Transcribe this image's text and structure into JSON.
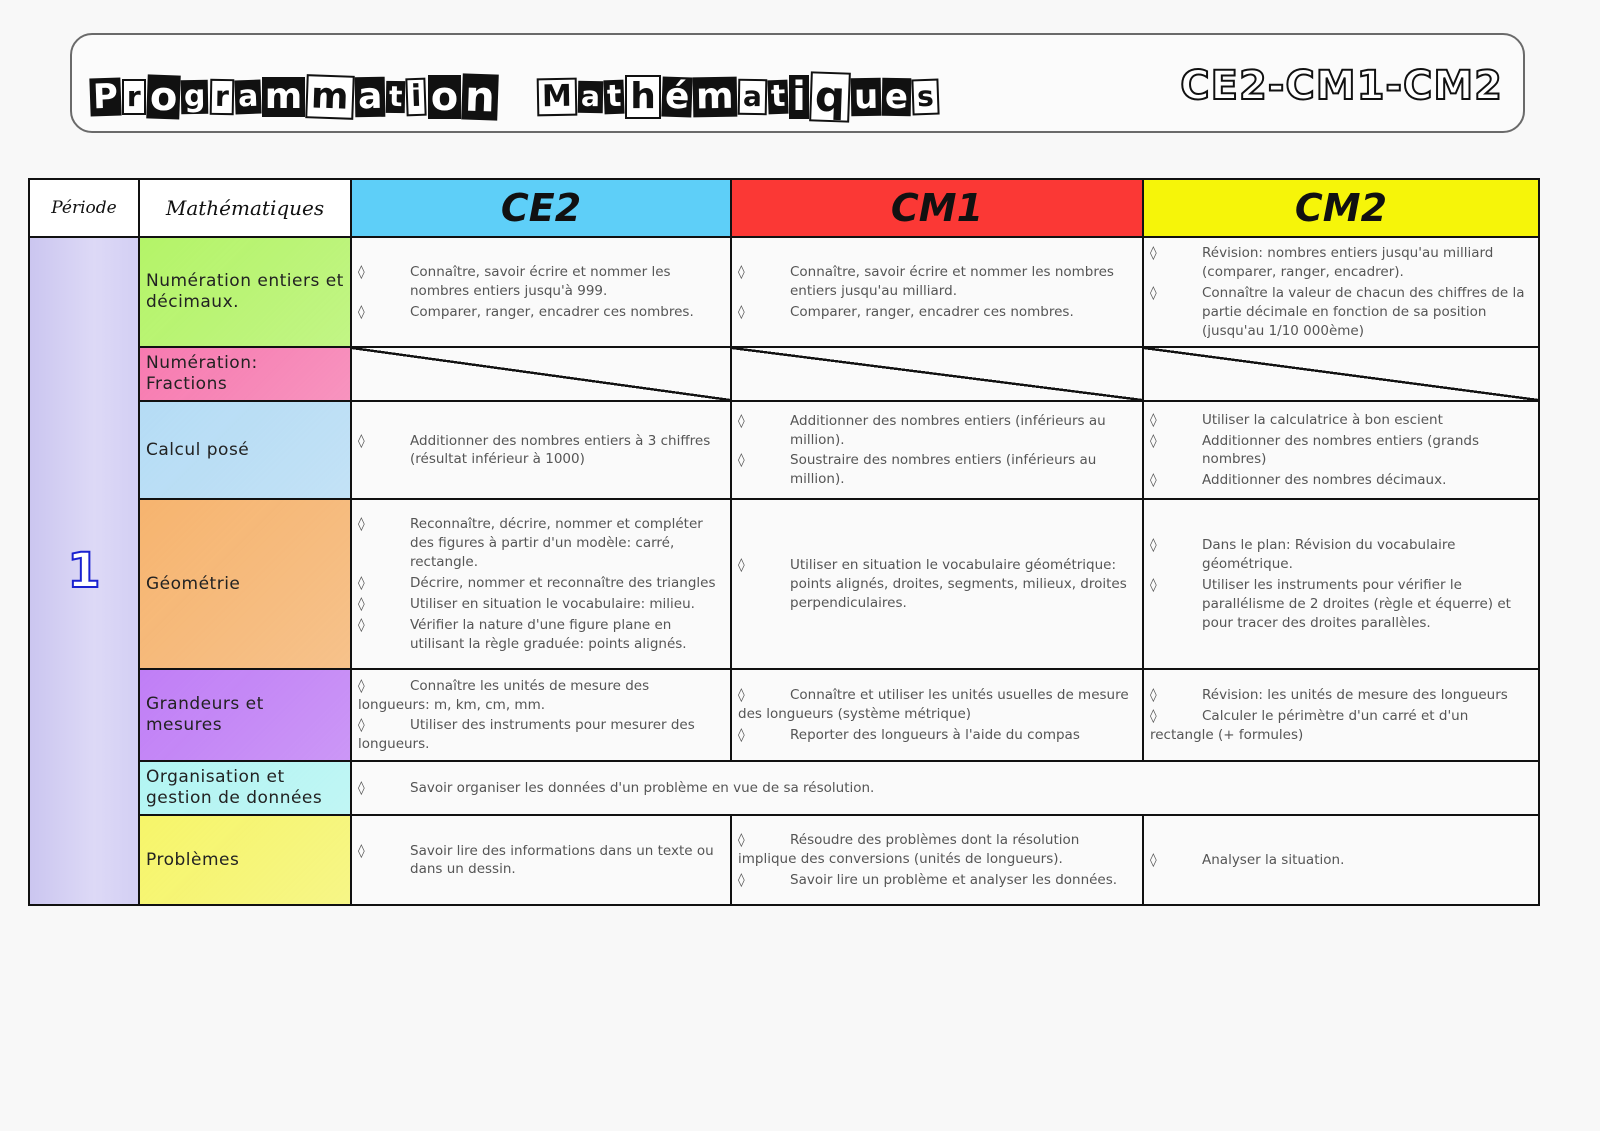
{
  "title": {
    "main_words": [
      "Programmation",
      "Mathématiques"
    ],
    "levels": "CE2-CM1-CM2"
  },
  "table": {
    "headers": {
      "period": "Période",
      "subject": "Mathématiques",
      "levels": [
        {
          "label": "CE2",
          "color": "#5ecff8"
        },
        {
          "label": "CM1",
          "color": "#fb3835"
        },
        {
          "label": "CM2",
          "color": "#f6f509"
        }
      ]
    },
    "period": {
      "number": "1",
      "color": "#1a22d0",
      "background": "#d6d2f5"
    },
    "rows": [
      {
        "domain": "Numération entiers et décimaux.",
        "color": "#b4f468",
        "ce2": [
          "Connaître, savoir écrire et nommer les nombres entiers jusqu'à 999.",
          "Comparer, ranger, encadrer ces nombres."
        ],
        "cm1": [
          "Connaître, savoir écrire et nommer les nombres entiers jusqu'au milliard.",
          "Comparer, ranger, encadrer ces nombres."
        ],
        "cm2": [
          "Révision: nombres entiers jusqu'au milliard (comparer, ranger, encadrer).",
          "Connaître la valeur de chacun des chiffres de la partie décimale en fonction de sa position (jusqu'au 1/10 000ème)"
        ]
      },
      {
        "domain": "Numération: Fractions",
        "color": "#f77ab0",
        "ce2": [],
        "cm1": [],
        "cm2": []
      },
      {
        "domain": "Calcul posé",
        "color": "#b5dcf5",
        "ce2": [
          "Additionner des nombres entiers à 3 chiffres (résultat inférieur à 1000)"
        ],
        "cm1": [
          "Additionner des nombres entiers (inférieurs au million).",
          "Soustraire des nombres entiers (inférieurs au million)."
        ],
        "cm2": [
          "Utiliser la calculatrice à bon escient",
          "Additionner des nombres entiers (grands nombres)",
          "Additionner des nombres décimaux."
        ]
      },
      {
        "domain": "Géométrie",
        "color": "#f6b46f",
        "ce2": [
          "Reconnaître, décrire, nommer et compléter des figures à partir d'un modèle: carré, rectangle.",
          "Décrire, nommer et reconnaître des triangles",
          "Utiliser en situation le vocabulaire: milieu.",
          "Vérifier la nature d'une figure plane en utilisant la règle graduée: points alignés."
        ],
        "cm1": [
          "Utiliser en situation le vocabulaire géométrique: points alignés, droites, segments, milieux, droites perpendiculaires."
        ],
        "cm2": [
          "Dans le plan: Révision du vocabulaire géométrique.",
          "Utiliser les instruments pour vérifier le parallélisme de 2 droites (règle et équerre) et pour tracer des droites parallèles."
        ]
      },
      {
        "domain": "Grandeurs et mesures",
        "color": "#c07ef6",
        "ce2": [
          "Connaître les unités de mesure des longueurs: m, km, cm, mm.",
          "Utiliser des instruments pour mesurer des longueurs."
        ],
        "cm1": [
          "Connaître et utiliser les unités usuelles de mesure des longueurs (système métrique)",
          "Reporter des longueurs à l'aide du compas"
        ],
        "cm2": [
          "Révision: les unités de mesure des longueurs",
          "Calculer le périmètre d'un carré et d'un rectangle (+ formules)"
        ]
      },
      {
        "domain": "Organisation et gestion de données",
        "color": "#b2f5f3",
        "merged": [
          "Savoir organiser les données d'un problème en vue de sa résolution."
        ]
      },
      {
        "domain": "Problèmes",
        "color": "#f6f56a",
        "ce2": [
          "Savoir lire des informations dans un texte ou dans un dessin."
        ],
        "cm1": [
          "Résoudre des problèmes dont la résolution implique des conversions (unités de longueurs).",
          "Savoir lire un problème et analyser les données."
        ],
        "cm2": [
          "Analyser la situation."
        ]
      }
    ],
    "bullet_glyph": "◊"
  }
}
